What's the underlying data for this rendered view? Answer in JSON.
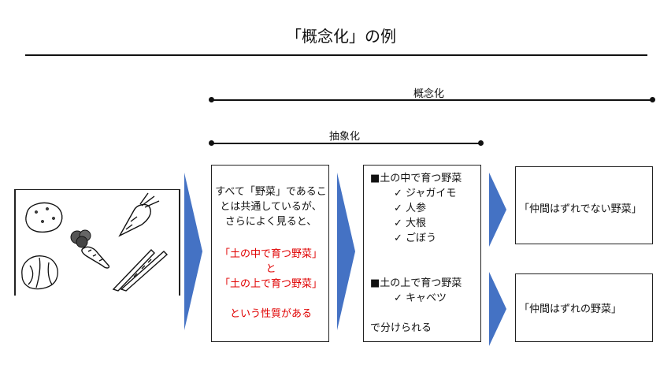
{
  "title": "「概念化」の例",
  "span_top": {
    "label": "概念化"
  },
  "span_mid": {
    "label": "抽象化"
  },
  "box1": {
    "line1": "すべて「野菜」であるこ",
    "line2": "とは共通しているが、",
    "line3": "さらによく見ると、",
    "red1": "「土の中で育つ野菜」",
    "red_and": "と",
    "red2": "「土の上で育つ野菜」",
    "red3": "という性質がある"
  },
  "box2": {
    "group1_head": "■土の中で育つ野菜",
    "group1_items": [
      "ジャガイモ",
      "人参",
      "大根",
      "ごぼう"
    ],
    "group2_head": "■土の上で育つ野菜",
    "group2_items": [
      "キャベツ"
    ],
    "footer": "で分けられる",
    "check": "✓"
  },
  "box3": {
    "text": "「仲間はずれでない野菜」"
  },
  "box4": {
    "text": "「仲間はずれの野菜」"
  },
  "colors": {
    "arrow": "#4472c4",
    "red_text": "#e00000"
  },
  "icons": [
    "potato-icon",
    "broccoli-icon",
    "carrot-icon",
    "daikon-icon",
    "cabbage-icon",
    "burdock-icon",
    "arrow-right-icon"
  ]
}
